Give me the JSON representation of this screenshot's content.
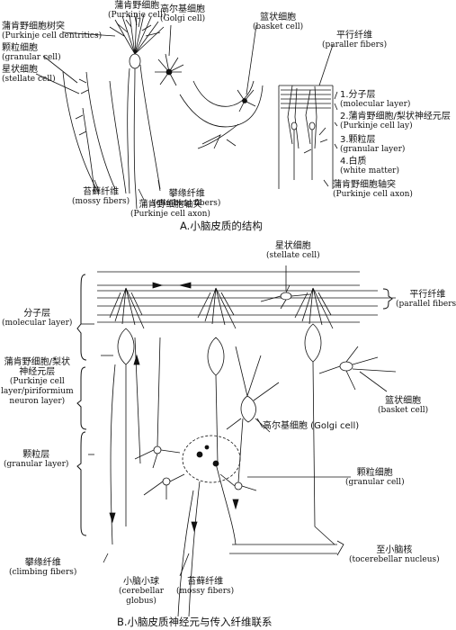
{
  "panel_a": {
    "caption": "A.小脑皮质的结构",
    "labels": {
      "purkinje_cell": {
        "zh": "蒲肯野细胞",
        "en": "(Purkinje cell)"
      },
      "purkinje_dendrites": {
        "zh": "蒲肯野细胞树突",
        "en": "(Purkinje cell dentritics)"
      },
      "golgi_cell": {
        "zh": "高尔基细胞",
        "en": "(Golgi cell)"
      },
      "basket_cell": {
        "zh": "篮状细胞",
        "en": "(basket cell)"
      },
      "parallel_fibers": {
        "zh": "平行纤维",
        "en": "(paraller fibers)"
      },
      "granular_cell": {
        "zh": "颗粒细胞",
        "en": "(granular cell)"
      },
      "stellate_cell": {
        "zh": "星状细胞",
        "en": "(stellate cell)"
      },
      "layer_1": {
        "zh": "1.分子层",
        "en": "(molecular layer)"
      },
      "layer_2": {
        "zh": "2.蒲肯野细胞/梨状神经元层",
        "en": "(Purkinje cell lay)"
      },
      "layer_3": {
        "zh": "3.颗粒层",
        "en": "(granular layer)"
      },
      "layer_4": {
        "zh": "4.白质",
        "en": "(white matter)"
      },
      "purkinje_axon_right": {
        "zh": "蒲肯野细胞轴突",
        "en": "(Purkinje cell axon)"
      },
      "mossy_fibers": {
        "zh": "苔藓纤维",
        "en": "(mossy fibers)"
      },
      "climbing_fibers": {
        "zh": "攀缘纤维",
        "en": "(climbing fibers)"
      },
      "purkinje_axon": {
        "zh": "蒲肯野细胞轴突",
        "en": "(Purkinje cell axon)"
      }
    }
  },
  "panel_b": {
    "caption": "B.小脑皮质神经元与传入纤维联系",
    "labels": {
      "stellate_cell": {
        "zh": "星状细胞",
        "en": "(stellate cell)"
      },
      "parallel_fibers": {
        "zh": "平行纤维",
        "en": "(parallel fibers)"
      },
      "molecular_layer": {
        "zh": "分子层",
        "en": "(molecular layer)"
      },
      "purkinje_layer": {
        "zh1": "蒲肯野细胞/梨状",
        "zh2": "神经元层",
        "en1": "(Purkinje cell",
        "en2": "layer/piriformium",
        "en3": "neuron layer)"
      },
      "basket_cell": {
        "zh": "篮状细胞",
        "en": "(basket cell)"
      },
      "golgi_cell": {
        "zh": "高尔基细胞 (Golgi cell)"
      },
      "granular_layer": {
        "zh": "颗粒层",
        "en": "(granular layer)"
      },
      "granular_cell": {
        "zh": "颗粒细胞",
        "en": "(granular cell)"
      },
      "to_nucleus": {
        "zh": "至小脑核",
        "en": "(tocerebellar nucleus)"
      },
      "climbing_fibers": {
        "zh": "攀缘纤维",
        "en": "(climbing fibers)"
      },
      "cerebellar_globus": {
        "zh": "小脑小球",
        "en1": "(cerebellar",
        "en2": "globus)"
      },
      "mossy_fibers": {
        "zh": "苔藓纤维",
        "en": "(mossy fibers)"
      }
    }
  }
}
